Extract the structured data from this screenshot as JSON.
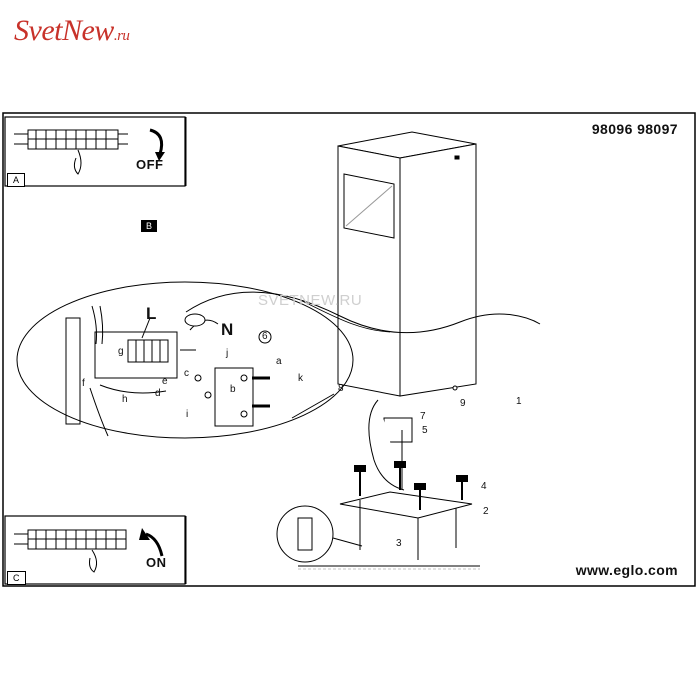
{
  "logo": {
    "brand": "SvetNew",
    "domain": ".ru"
  },
  "header": {
    "models": "98096 98097"
  },
  "footer": {
    "url": "www.eglo.com"
  },
  "watermark": "SVETNEW.RU",
  "panels": {
    "a": {
      "tag": "A",
      "switch_label": "OFF"
    },
    "b": {
      "tag": "B"
    },
    "c": {
      "tag": "C",
      "switch_label": "ON"
    }
  },
  "wiring": {
    "phase": "L",
    "neutral": "N",
    "callouts": [
      "a",
      "b",
      "c",
      "d",
      "e",
      "f",
      "g",
      "h",
      "i",
      "j",
      "k"
    ]
  },
  "steps": [
    "1",
    "2",
    "3",
    "4",
    "5",
    "6",
    "7",
    "8",
    "9"
  ]
}
